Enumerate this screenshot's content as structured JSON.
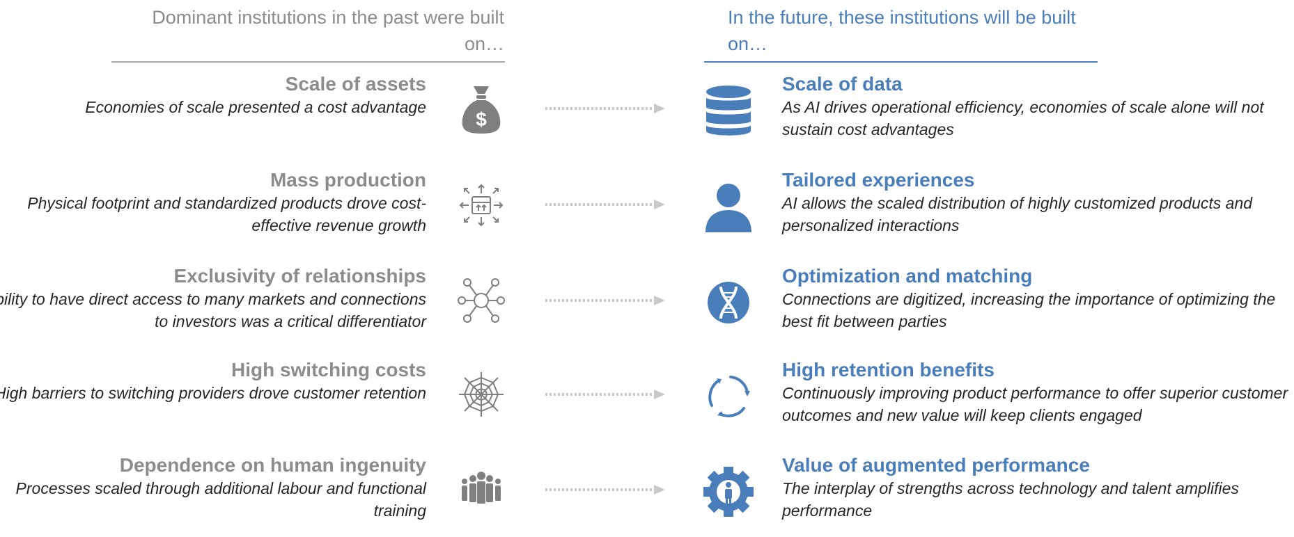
{
  "header": {
    "left": "Dominant institutions in the past were built on…",
    "right": "In the future, these institutions will be built on…"
  },
  "rows": [
    {
      "past_title": "Scale of assets",
      "past_desc": "Economies of scale presented a cost advantage",
      "past_icon": "money-bag-icon",
      "future_title": "Scale of data",
      "future_desc": "As AI drives operational efficiency, economies of scale alone will not sustain cost advantages",
      "future_icon": "database-icon"
    },
    {
      "past_title": "Mass production",
      "past_desc": "Physical footprint and standardized products drove cost-effective revenue growth",
      "past_icon": "box-distribution-icon",
      "future_title": "Tailored experiences",
      "future_desc": "AI allows the scaled distribution of highly customized products and personalized interactions",
      "future_icon": "person-icon"
    },
    {
      "past_title": "Exclusivity of relationships",
      "past_desc": "Ability to have direct access to many markets and connections to investors was a critical differentiator",
      "past_icon": "network-hub-icon",
      "future_title": "Optimization and matching",
      "future_desc": "Connections are digitized, increasing the importance of optimizing the best fit between parties",
      "future_icon": "dna-icon"
    },
    {
      "past_title": "High switching costs",
      "past_desc": "High barriers to switching providers drove customer retention",
      "past_icon": "spider-web-icon",
      "future_title": "High retention benefits",
      "future_desc": "Continuously improving product performance to offer superior customer outcomes and new value will keep clients engaged",
      "future_icon": "refresh-cycle-icon"
    },
    {
      "past_title": "Dependence on human ingenuity",
      "past_desc": "Processes scaled through additional labour and functional training",
      "past_icon": "crowd-icon",
      "future_title": "Value of augmented performance",
      "future_desc": "The interplay of strengths across technology and talent amplifies performance",
      "future_icon": "gear-person-icon"
    }
  ],
  "colors": {
    "past_title": "#8c8c8c",
    "future_title": "#4a7ebb",
    "icon_grey": "#7f7f7f",
    "icon_blue": "#4a7ebb",
    "arrow": "#c8c8c8",
    "description": "#262626"
  }
}
